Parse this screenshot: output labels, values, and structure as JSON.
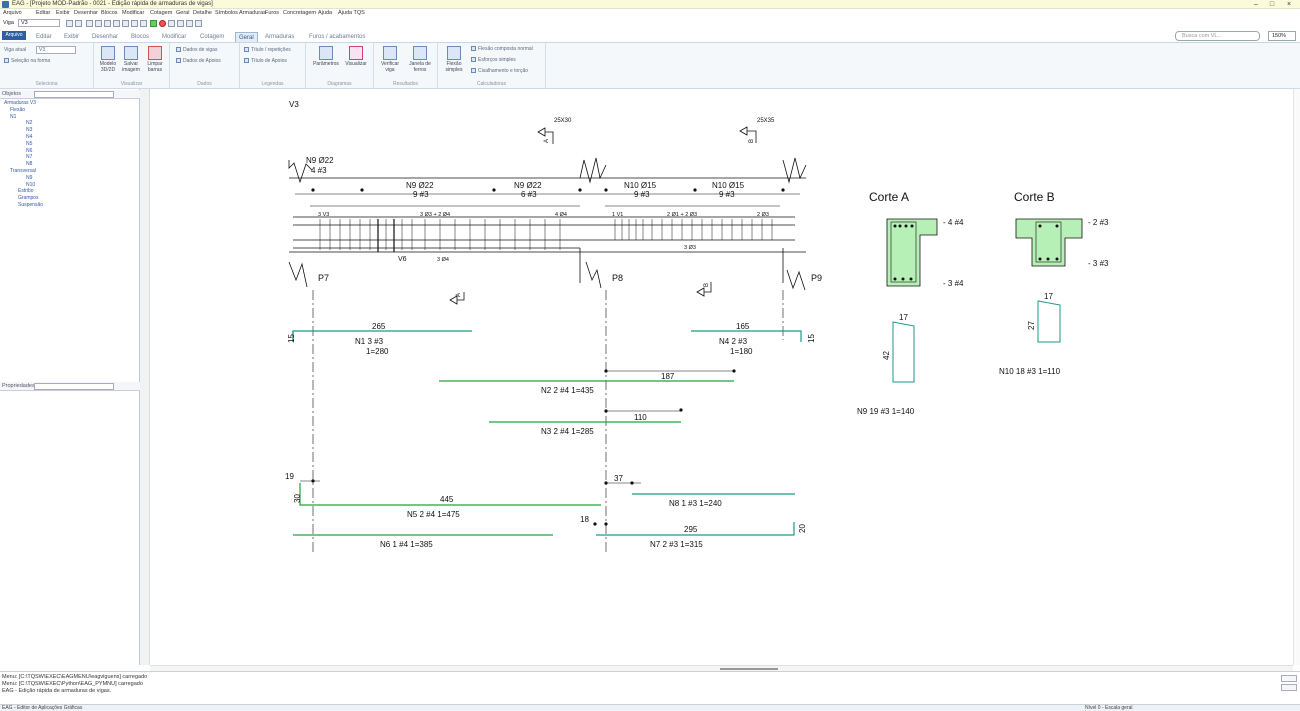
{
  "window": {
    "title": "EAG - [Projeto MOD-Padrão - 0021 - Edição rápida de armaduras de vigas]"
  },
  "menu": [
    "Arquivo",
    "Editar",
    "Exibir",
    "Desenhar",
    "Blocos",
    "Modificar",
    "Cotagem",
    "Geral",
    "Detalhe",
    "Símbolos",
    "Armaduras",
    "Furos",
    "Concretagem",
    "Ajuda",
    "Ajuda TQS"
  ],
  "selector": {
    "label": "Viga",
    "value": "V3"
  },
  "tabs": [
    "Editar",
    "Exibir",
    "Desenhar",
    "Blocos",
    "Modificar",
    "Cotagem",
    "Geral",
    "Armaduras",
    "Furos / acabamentos"
  ],
  "active_tab": "Geral",
  "file_button": "Arquivo",
  "search_placeholder": "Busca com VL...",
  "zoom": "150%",
  "ribbon": {
    "selecao": {
      "label": "Seleciona",
      "viga_label": "Viga atual",
      "viga_value": "V3",
      "sel_forma": "Seleção na forma"
    },
    "visualizar": {
      "label": "Visualizar",
      "buttons": [
        "Modelo 3D/2D",
        "Salvar imagem",
        "Limpar barras"
      ]
    },
    "dados": {
      "label": "Dados",
      "items": [
        "Dados de vigas",
        "Dados de Apoios"
      ]
    },
    "legendas": {
      "label": "Legendas",
      "items": [
        "Título / repetições",
        "Título de Apoios"
      ]
    },
    "diagramas": {
      "label": "Diagramas",
      "buttons": [
        "Parâmetros",
        "Visualizar"
      ]
    },
    "resultados": {
      "label": "Resultados",
      "buttons": [
        "Verificar viga",
        "Janela de ferros"
      ]
    },
    "calculadoras": {
      "label": "Calculadoras",
      "buttons": [
        "Flexão simples"
      ],
      "items": [
        "Flexão composta normal",
        "Esforços simples",
        "Cisalhamento e torção"
      ]
    }
  },
  "panels": {
    "objects": {
      "title": "Objetos"
    },
    "properties": {
      "title": "Propriedades"
    }
  },
  "tree": [
    "Armaduras V3",
    "Flexão",
    "N1",
    "N2",
    "N3",
    "N4",
    "N5",
    "N6",
    "N7",
    "N8",
    "Transversal",
    "N9",
    "N10",
    "Estribo",
    "Grampos",
    "Suspensão"
  ],
  "console": [
    "Menu: [C:\\TQSW\\EXEC\\EAGMENU\\eagviguens] carregado",
    "Menu: [C:\\TQSW\\EXEC\\Python\\EAG_PYMNU] carregado",
    "EAG - Edição rápida de armaduras de vigas."
  ],
  "status": {
    "left": "EAG - Editor de Aplicações Gráficas",
    "right": "Nível 0 - Escala geral"
  },
  "drawing": {
    "beam_name": "V3",
    "support_labels": [
      "P7",
      "P8",
      "P9"
    ],
    "section_a_label": "25X30",
    "section_b_label": "25X35",
    "cut_a_arrow": "A",
    "cut_b_arrow": "B",
    "stirrups": [
      {
        "text1": "N9 Ø22",
        "text2": "4 #3"
      },
      {
        "text1": "N9 Ø22",
        "text2": "9 #3"
      },
      {
        "text1": "N9 Ø22",
        "text2": "6 #3"
      },
      {
        "text1": "N10 Ø15",
        "text2": "9 #3"
      },
      {
        "text1": "N10 Ø15",
        "text2": "9 #3"
      }
    ],
    "beam_annot": [
      "3 V3",
      "3 Ø3 + 2 Ø4",
      "4 Ø4",
      "1 V1",
      "2 Ø1 + 2 Ø3",
      "2 Ø3",
      "V6",
      "3 Ø4",
      "3 Ø3"
    ],
    "corte_a": {
      "title": "Corte A",
      "top": "4 #4",
      "bottom": "3 #4"
    },
    "corte_b": {
      "title": "Corte B",
      "top": "2 #3",
      "bottom": "3 #3"
    },
    "stirrup_shapes": [
      {
        "dim_h": "42",
        "dim_w": "17",
        "label": "N9   19  #3  1=140"
      },
      {
        "dim_h": "27",
        "dim_w": "17",
        "label": "N10   18  #3  1=110"
      }
    ],
    "bars": [
      {
        "len": "265",
        "label1": "N1   3 #3",
        "label2": "1=280",
        "hook": "15"
      },
      {
        "len": "165",
        "label1": "N4   2 #3",
        "label2": "1=180",
        "hook": "15"
      },
      {
        "len": "187",
        "label1": "N2   2 #4   1=435"
      },
      {
        "len": "110",
        "label1": "N3   2 #4   1=285"
      },
      {
        "len": "445",
        "label1": "N5   2 #4   1=475",
        "hook": "30",
        "off": "19"
      },
      {
        "len": "37",
        "label1": "N8   1 #3   1=240"
      },
      {
        "len": "295",
        "label1": "N7   2 #3   1=315",
        "hook": "20",
        "off": "18"
      },
      {
        "label1": "N6   1 #4   1=385"
      }
    ]
  },
  "colors": {
    "rebar_green": "#22a33a",
    "rebar_teal": "#1a9a8a",
    "section_fill": "#b6f0b6",
    "accent": "#2c5fa3"
  }
}
